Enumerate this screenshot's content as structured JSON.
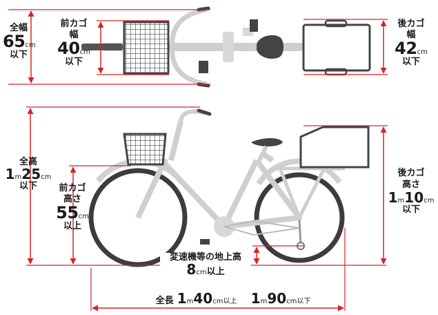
{
  "top_view": {
    "overall_width": {
      "label": "全幅",
      "value": "65",
      "unit": "cm",
      "suffix": "以下"
    },
    "front_basket_width": {
      "label": "前カゴ",
      "label2": "幅",
      "value": "40",
      "unit": "cm",
      "suffix": "以下"
    },
    "rear_basket_width": {
      "label": "後カゴ",
      "label2": "幅",
      "value": "42",
      "unit": "cm",
      "suffix": "以下"
    }
  },
  "side_view": {
    "overall_height": {
      "label": "全高",
      "value_m": "1",
      "unit_m": "m",
      "value_cm": "25",
      "unit_cm": "cm",
      "suffix": "以下"
    },
    "front_basket_height": {
      "label": "前カゴ",
      "label2": "高さ",
      "value": "55",
      "unit": "cm",
      "suffix": "以上"
    },
    "rear_basket_height": {
      "label": "後カゴ",
      "label2": "高さ",
      "value_m": "1",
      "unit_m": "m",
      "value_cm": "10",
      "unit_cm": "cm",
      "suffix": "以下"
    },
    "derailleur_clearance": {
      "label": "変速機等の地上高",
      "value": "8",
      "unit": "cm",
      "suffix": "以上"
    },
    "overall_length": {
      "label": "全長",
      "min_m": "1",
      "min_unit_m": "m",
      "min_cm": "40",
      "min_unit_cm": "cm",
      "min_suffix": "以上",
      "max_m": "1",
      "max_unit_m": "m",
      "max_cm": "90",
      "max_unit_cm": "cm",
      "max_suffix": "以下"
    }
  },
  "colors": {
    "dimension_line": "#d6232a",
    "bicycle": "#cfcfcf",
    "tire": "#3c3c3c",
    "basket": "#444444",
    "text": "#1a1a1a"
  }
}
